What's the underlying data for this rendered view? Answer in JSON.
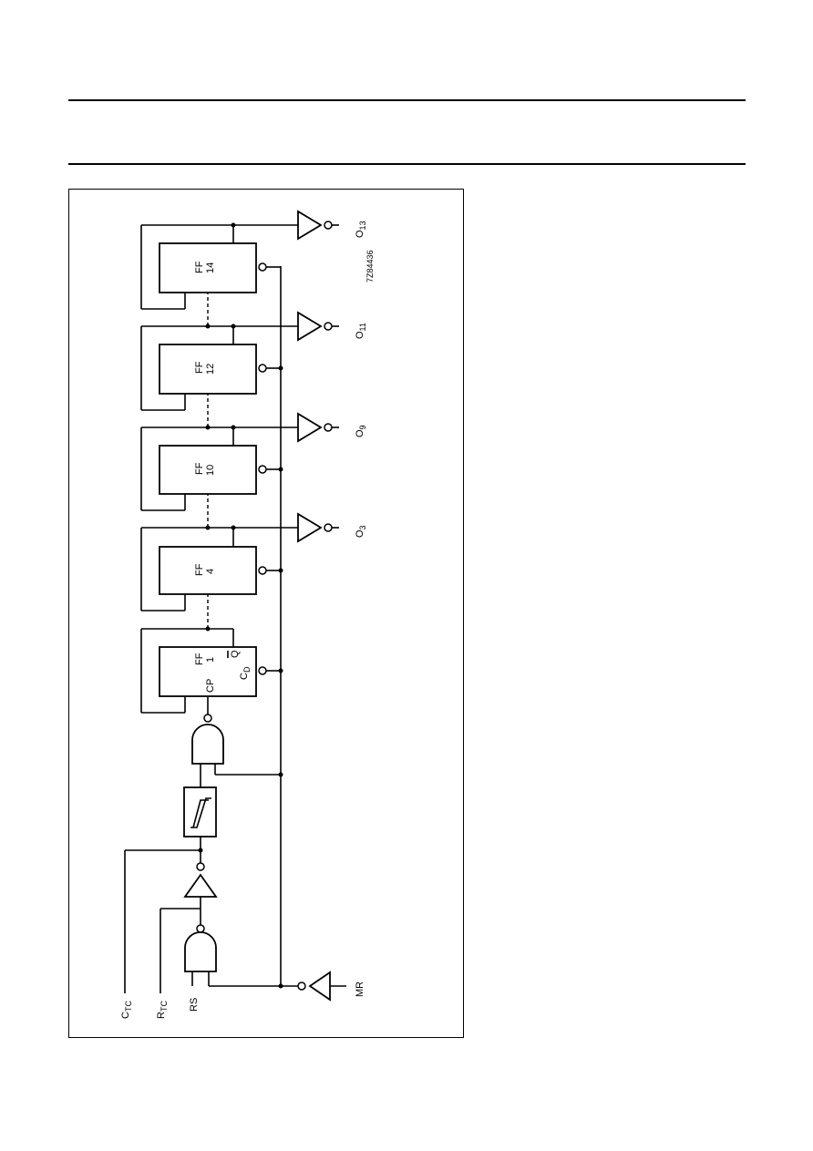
{
  "figure_id": "7Z84436",
  "flip_flops": [
    {
      "name": "FF",
      "index": "1",
      "pin_clock": "CP",
      "pin_q_bar": "Q",
      "pin_cd": "C",
      "pin_cd_sub": "D"
    },
    {
      "name": "FF",
      "index": "4"
    },
    {
      "name": "FF",
      "index": "10"
    },
    {
      "name": "FF",
      "index": "12"
    },
    {
      "name": "FF",
      "index": "14"
    }
  ],
  "outputs": [
    {
      "letter": "O",
      "sub": "3"
    },
    {
      "letter": "O",
      "sub": "9"
    },
    {
      "letter": "O",
      "sub": "11"
    },
    {
      "letter": "O",
      "sub": "13"
    }
  ],
  "inputs": {
    "ctc": {
      "letter": "C",
      "sub": "TC"
    },
    "rtc": {
      "letter": "R",
      "sub": "TC"
    },
    "rs": "RS",
    "mr": "MR"
  }
}
